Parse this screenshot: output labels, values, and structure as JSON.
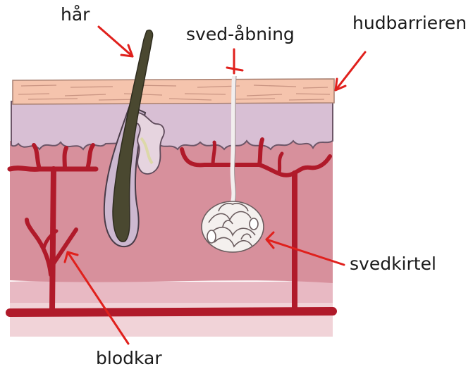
{
  "labels": {
    "hair": "hår",
    "sweat_opening": "sved-åbning",
    "skin_barrier": "hudbarrieren",
    "sweat_gland": "svedkirtel",
    "blood_vessels": "blodkar"
  },
  "colors": {
    "arrow": "#e0201c",
    "stratum_corneum": "#f6c6b0",
    "epidermis": "#dcc2d4",
    "dermis": "#d98f9c",
    "subcutis": "#ecc7cf",
    "blood_vessel": "#b01a2a",
    "hair": "#4a4a32",
    "gland": "#f4f0ee"
  }
}
